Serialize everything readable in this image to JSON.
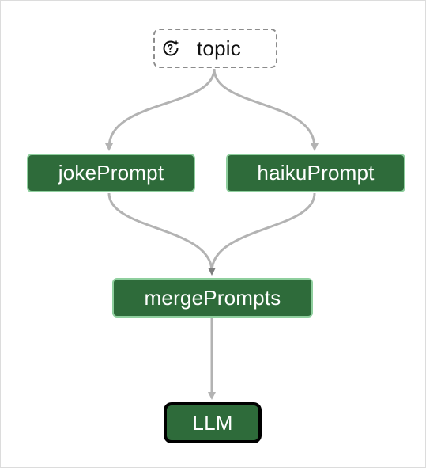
{
  "nodes": {
    "topic": {
      "label": "topic",
      "icon": "sparkle-help-icon",
      "kind": "input"
    },
    "joke": {
      "label": "jokePrompt"
    },
    "haiku": {
      "label": "haikuPrompt"
    },
    "merge": {
      "label": "mergePrompts"
    },
    "llm": {
      "label": "LLM",
      "selected": true
    }
  },
  "edges": [
    {
      "from": "topic",
      "to": "joke"
    },
    {
      "from": "topic",
      "to": "haiku"
    },
    {
      "from": "joke",
      "to": "merge"
    },
    {
      "from": "haiku",
      "to": "merge"
    },
    {
      "from": "merge",
      "to": "llm"
    }
  ],
  "colors": {
    "node_fill": "#2e6b3a",
    "node_border": "#8fcf9e",
    "edge": "#b3b3b3",
    "selected_border": "#000000"
  }
}
